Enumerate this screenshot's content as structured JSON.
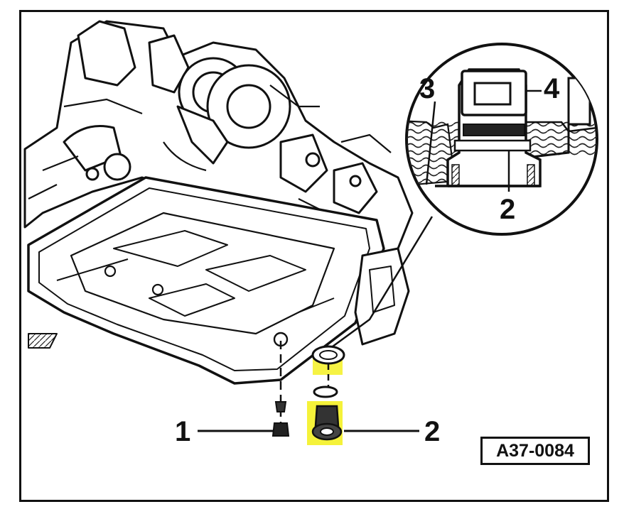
{
  "figure": {
    "reference_code": "A37-0084",
    "callouts": {
      "c1": "1",
      "c2": "2",
      "c2_detail": "2",
      "c3": "3",
      "c4": "4"
    },
    "colors": {
      "line": "#111111",
      "highlight": "#f5f23a",
      "background": "#ffffff"
    }
  }
}
